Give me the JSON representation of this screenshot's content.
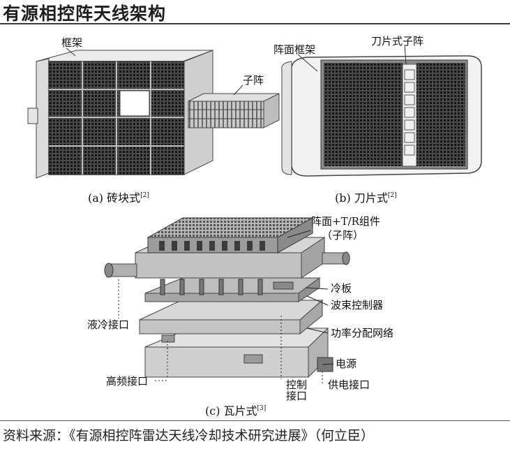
{
  "title": "有源相控阵天线架构",
  "panel_a": {
    "frame_label": "框架",
    "subarray_label": "子阵",
    "caption": "(a)  砖块式",
    "ref": "[2]"
  },
  "panel_b": {
    "frame_label": "阵面框架",
    "blade_label": "刀片式子阵",
    "caption": "(b)  刀片式",
    "ref": "[2]"
  },
  "panel_c": {
    "array_label": "阵面+T/R组件",
    "array_sub": "（子阵）",
    "coldplate": "冷板",
    "beam_ctrl": "波束控制器",
    "power_net": "功率分配网络",
    "power": "电源",
    "liquid": "液冷接口",
    "rf": "高频接口",
    "control": "控制",
    "control2": "接口",
    "supply": "供电接口",
    "caption": "(c)  瓦片式",
    "ref": "[3]"
  },
  "source": "资料来源：《有源相控阵雷达天线冷却技术研究进展》（何立臣）"
}
